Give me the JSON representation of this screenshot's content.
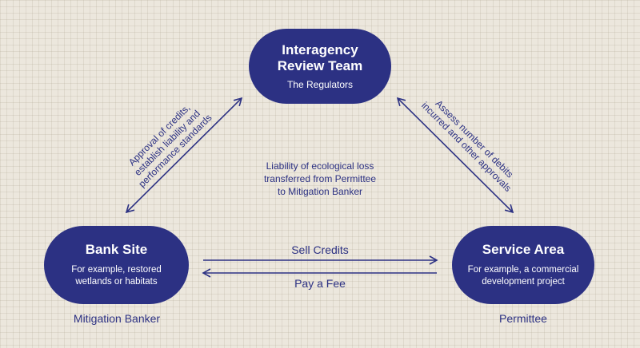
{
  "nodes": {
    "top": {
      "title_line1": "Interagency",
      "title_line2": "Review Team",
      "subtitle": "The Regulators"
    },
    "left": {
      "title": "Bank Site",
      "subtitle": "For example, restored wetlands or habitats",
      "role": "Mitigation Banker"
    },
    "right": {
      "title": "Service Area",
      "subtitle": "For example, a commercial development project",
      "role": "Permittee"
    }
  },
  "labels": {
    "left_diagonal": [
      "Approval of credits,",
      "establish liability and",
      "performance standards"
    ],
    "right_diagonal": [
      "Assess number of debits",
      "incurred and other approvals"
    ],
    "center": [
      "Liability of ecological loss",
      "transferred from Permittee",
      "to Mitigation Banker"
    ],
    "sell": "Sell Credits",
    "pay": "Pay a Fee"
  },
  "colors": {
    "primary": "#2c3183",
    "background": "#ece7dd"
  }
}
